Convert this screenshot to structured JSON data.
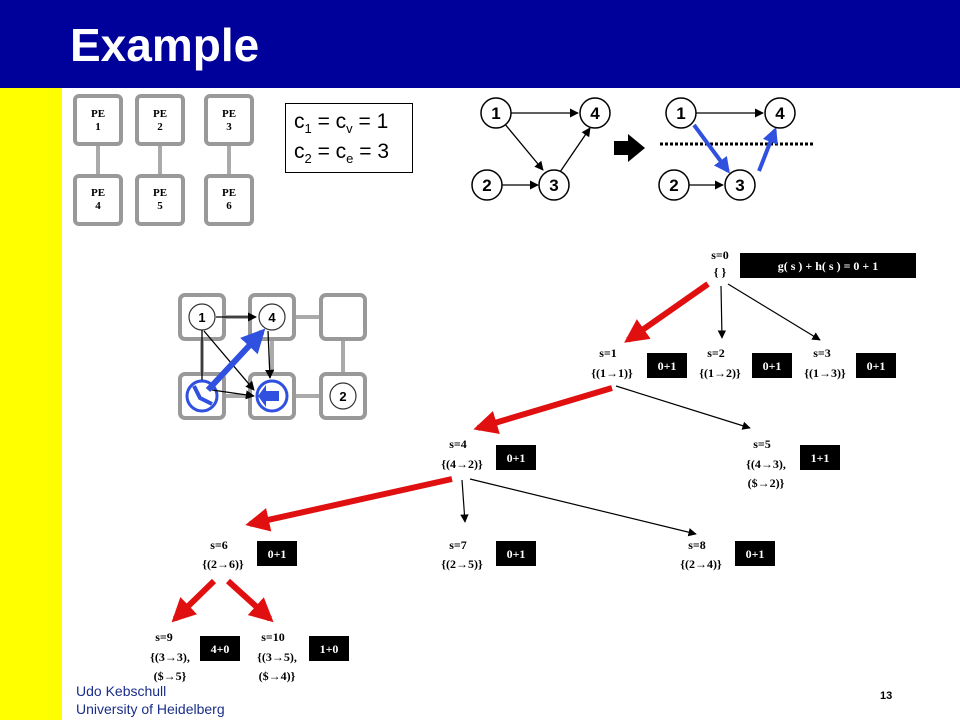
{
  "slide": {
    "title": "Example",
    "author_name": "Udo Kebschull",
    "author_affiliation": "University of Heidelberg",
    "page_number": "13"
  },
  "pe_grid": [
    "PE\n1",
    "PE\n2",
    "PE\n3",
    "PE\n4",
    "PE\n5",
    "PE\n6"
  ],
  "costs": {
    "c1_lhs": "c",
    "c1_rhs": " = c",
    "c1_val": " = 1",
    "c2_lhs": "c",
    "c2_rhs": " = c",
    "c2_val": " = 3",
    "sub1": "1",
    "sub2": "2",
    "subv": "v",
    "sube": "e"
  },
  "task_graph_nodes": [
    "1",
    "4",
    "2",
    "3"
  ],
  "mapping_labels": [
    "1",
    "4",
    "2"
  ],
  "search_tree": {
    "heuristic_label": "g( s ) + h( s ) = 0 + 1",
    "nodes": [
      {
        "id": "s=0",
        "state": "{   }"
      },
      {
        "id": "s=1",
        "state": "{(1→1)}",
        "cost": "0+1"
      },
      {
        "id": "s=2",
        "state": "{(1→2)}",
        "cost": "0+1"
      },
      {
        "id": "s=3",
        "state": "{(1→3)}",
        "cost": "0+1"
      },
      {
        "id": "s=4",
        "state": "{(4→2)}",
        "cost": "0+1"
      },
      {
        "id": "s=5",
        "state": "{(4→3),",
        "state2": "($→2)}",
        "cost": "1+1"
      },
      {
        "id": "s=6",
        "state": "{(2→6)}",
        "cost": "0+1"
      },
      {
        "id": "s=7",
        "state": "{(2→5)}",
        "cost": "0+1"
      },
      {
        "id": "s=8",
        "state": "{(2→4)}",
        "cost": "0+1"
      },
      {
        "id": "s=9",
        "state": "{(3→3),",
        "state2": "($→5}",
        "cost": "4+0"
      },
      {
        "id": "s=10",
        "state": "{(3→5),",
        "state2": "($→4)}",
        "cost": "1+0"
      }
    ]
  },
  "colors": {
    "header": "#00009a",
    "sidebar": "#ffff00",
    "highlight_edge": "#e01010",
    "mapping_edge": "#3050e0"
  }
}
